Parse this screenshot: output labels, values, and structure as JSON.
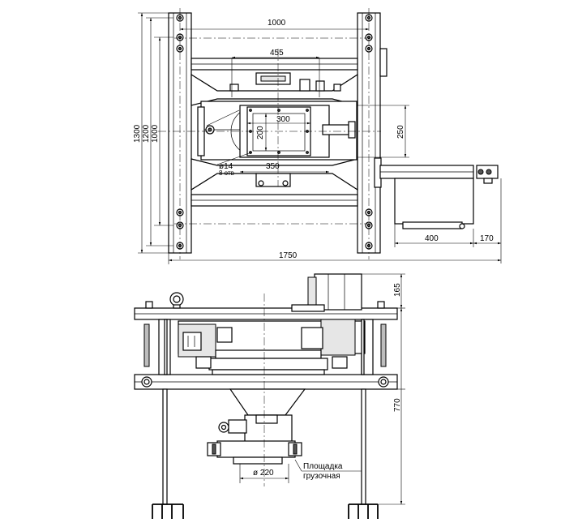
{
  "top_view": {
    "dims": {
      "width_1000": "1000",
      "width_455": "455",
      "width_300": "300",
      "height_200": "200",
      "width_350": "350",
      "height_250": "250",
      "height_1300": "1300",
      "height_1200": "1200",
      "height_1000": "1000",
      "length_400": "400",
      "length_170": "170",
      "length_1750": "1750"
    },
    "hole_label": "ø14",
    "hole_count": "8 отв"
  },
  "front_view": {
    "dims": {
      "height_165": "165",
      "height_770": "770",
      "diameter_220": "ø 220"
    },
    "note_line1": "Площадка",
    "note_line2": "грузочная"
  }
}
